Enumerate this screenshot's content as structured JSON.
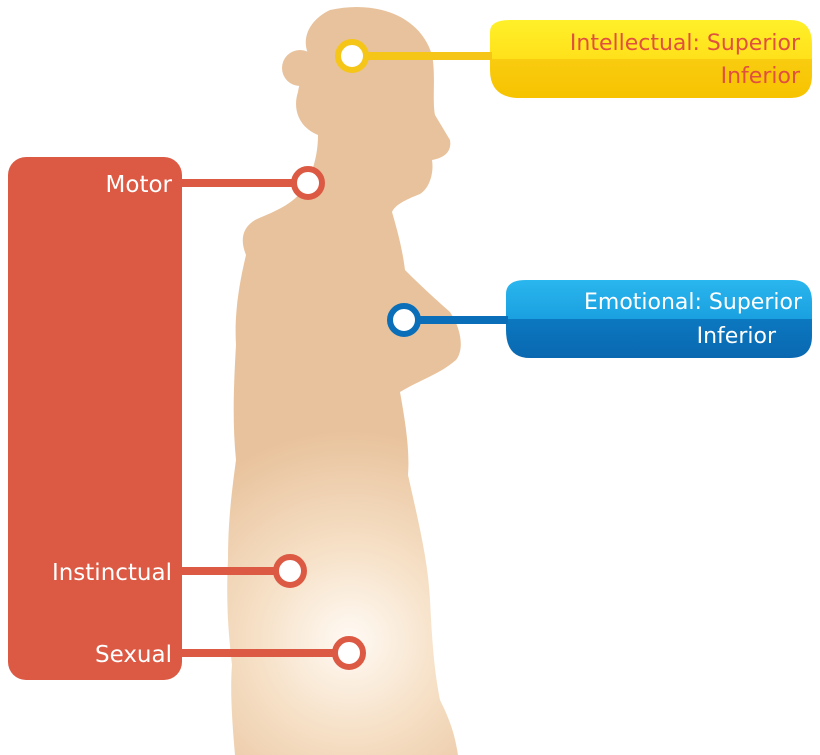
{
  "diagram": {
    "centers": {
      "intellectual": {
        "primary": "Intellectual: Superior",
        "secondary": "Inferior",
        "colors": {
          "top": "#ffe11a",
          "bottom": "#f7c300",
          "text": "#e0503f",
          "line": "#f5c518"
        }
      },
      "emotional": {
        "primary": "Emotional: Superior",
        "secondary": "Inferior",
        "colors": {
          "top": "#1aa8e6",
          "bottom": "#0a6fb8",
          "text": "#ffffff",
          "line": "#0a6fb8"
        }
      },
      "lower": {
        "color": "#dc5a44",
        "text_color": "#ffffff",
        "items": [
          {
            "label": "Motor"
          },
          {
            "label": "Instinctual"
          },
          {
            "label": "Sexual"
          }
        ]
      }
    },
    "silhouette": {
      "color": "#e8c29c",
      "glow": "#fbf3ea"
    }
  }
}
